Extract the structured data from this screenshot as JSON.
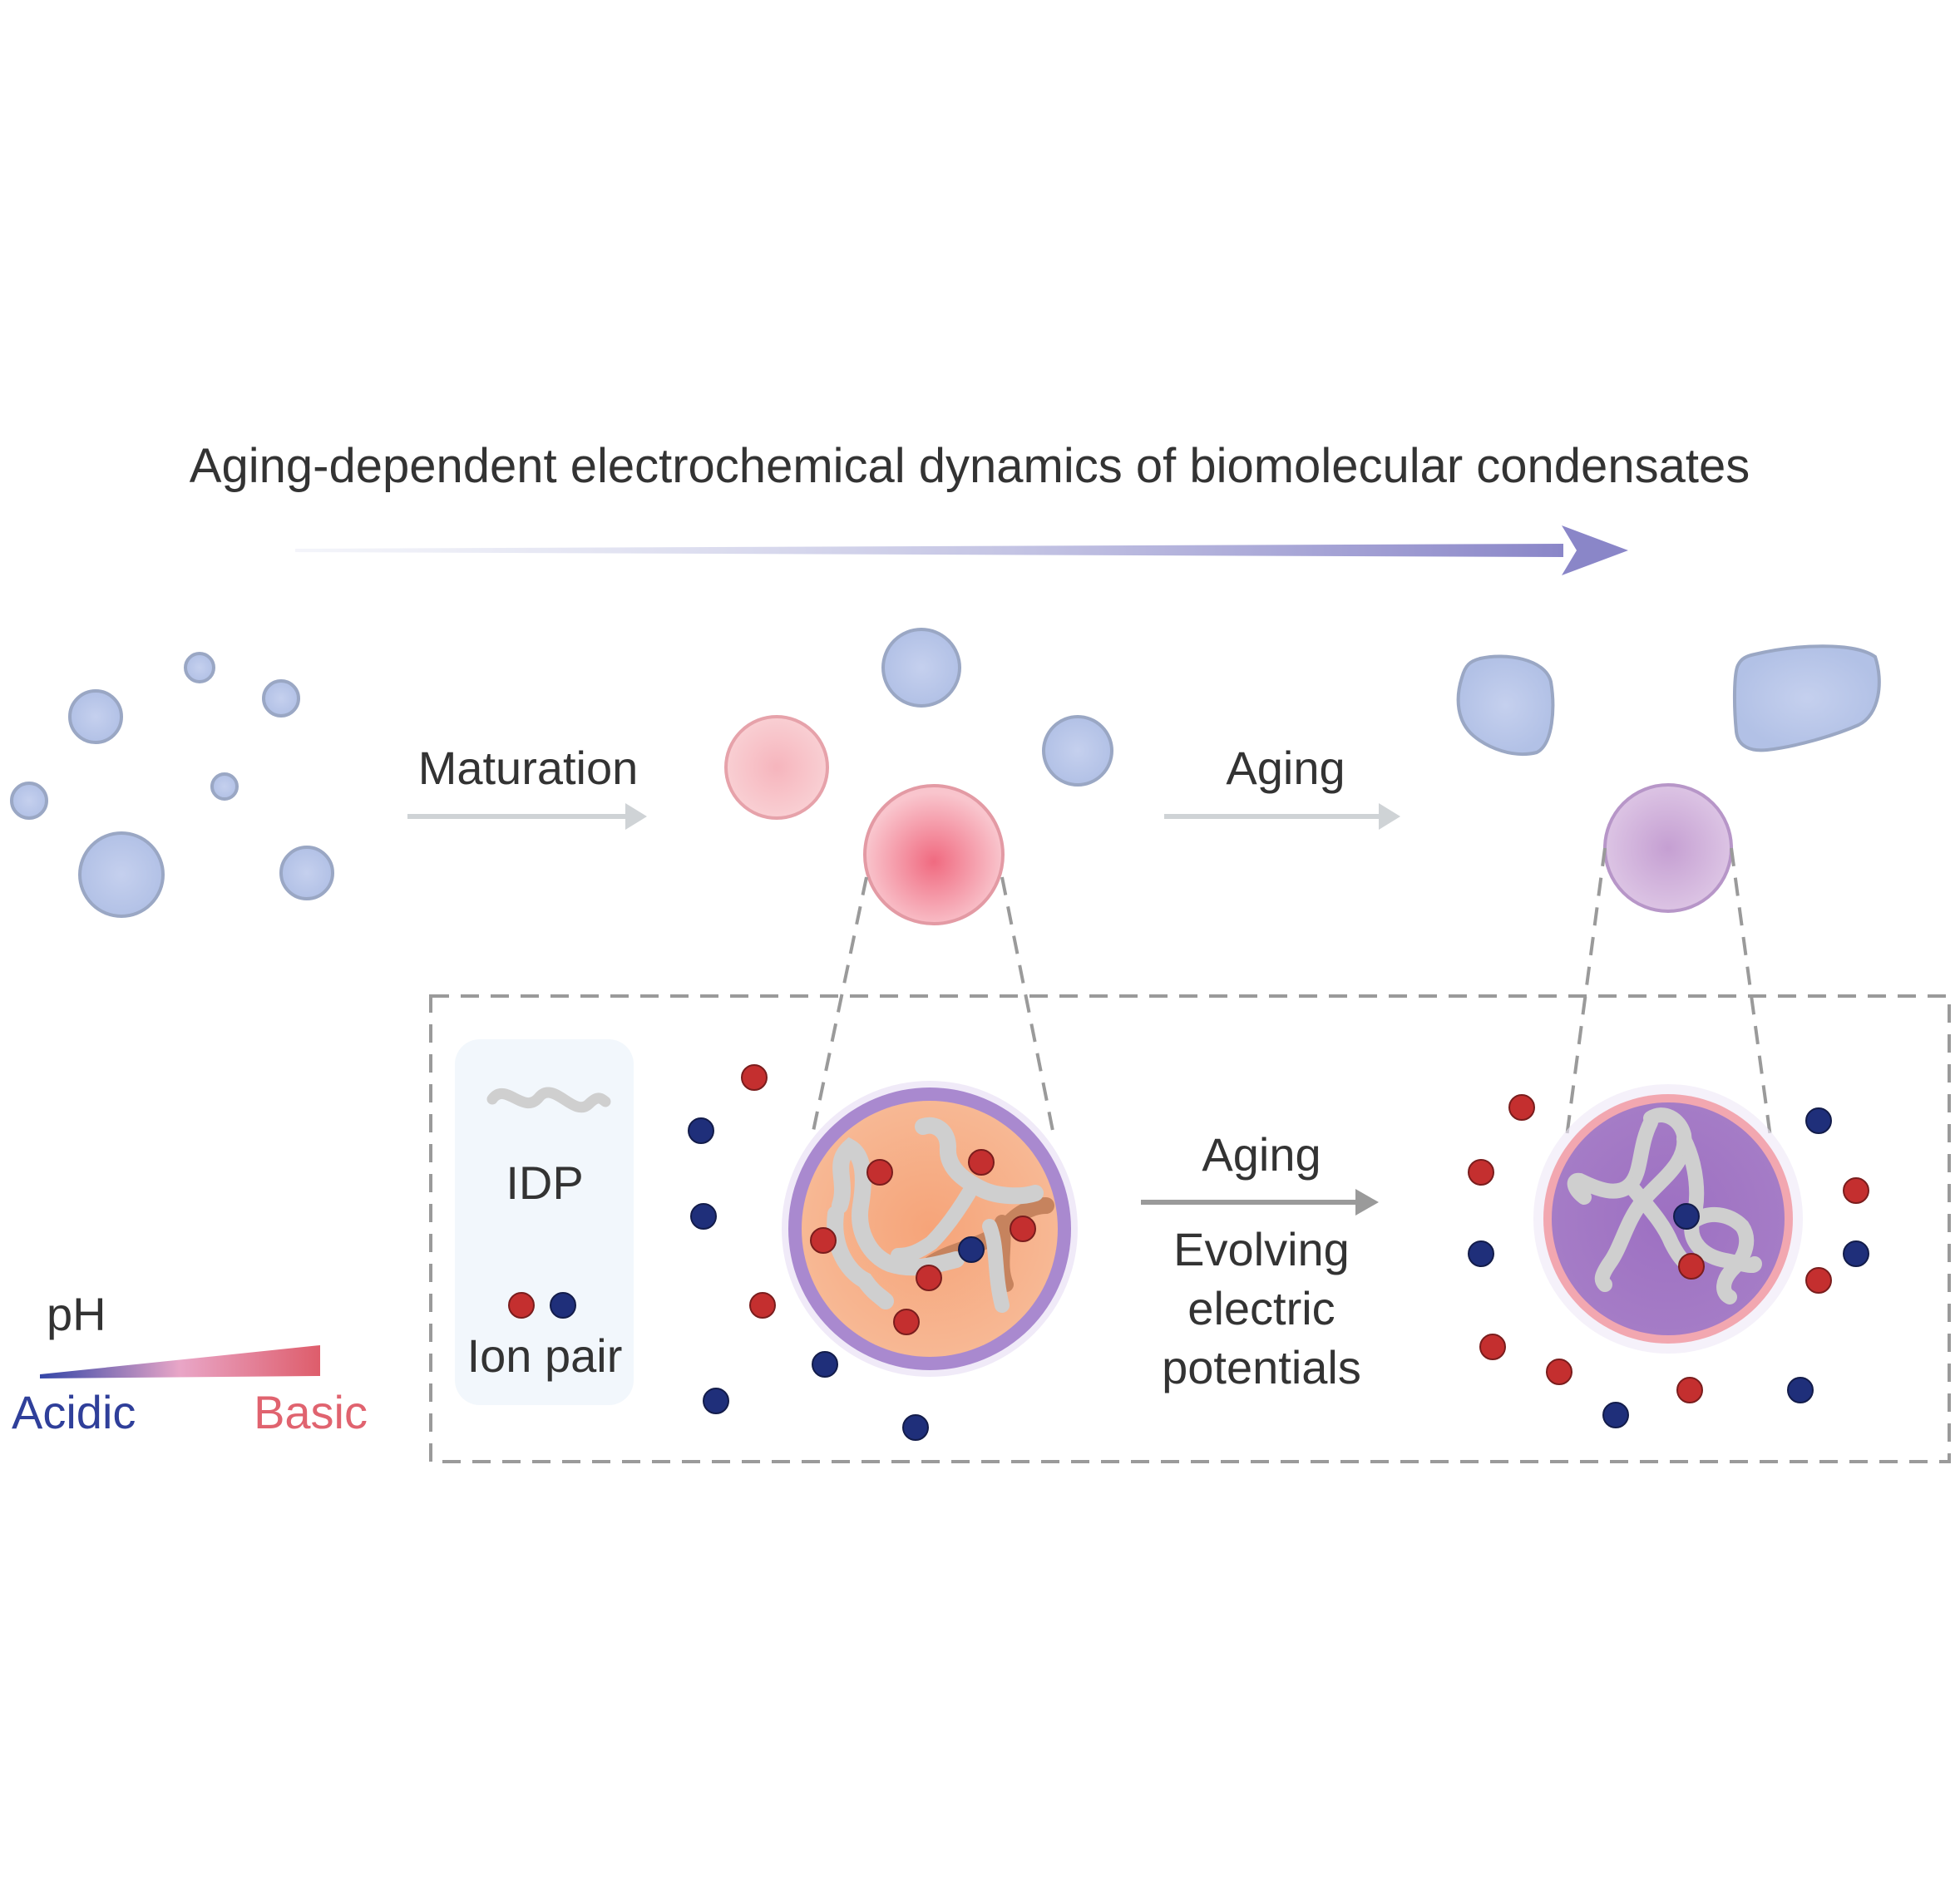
{
  "title": "Aging-dependent electrochemical dynamics of biomolecular condensates",
  "stages": {
    "maturation_label": "Maturation",
    "aging_label_top": "Aging",
    "aging_label_inset": "Aging",
    "evolving_line1": "Evolving",
    "evolving_line2": "electric",
    "evolving_line3": "potentials"
  },
  "legend": {
    "idp_label": "IDP",
    "ion_pair_label": "Ion pair",
    "ph_label": "pH",
    "acidic_label": "Acidic",
    "basic_label": "Basic"
  },
  "colors": {
    "text": "#333333",
    "timeline_arrow": "#8080c0",
    "stage_arrow": "#cfd3d6",
    "inset_arrow": "#9a9a9a",
    "condensate_blue": "#b9c8ea",
    "condensate_outline": "#9aa7c4",
    "condensate_red": "#f07a8c",
    "condensate_purple": "#c9a4d4",
    "anion": "#c42f2f",
    "cation": "#1f2f7a",
    "idp": "#cfcfcf",
    "acidic": "#2f3f9a",
    "basic": "#e0636f",
    "legend_box": "#f2f7fc",
    "dashed": "#9a9a9a"
  },
  "icons": {
    "idp": "squiggle-icon",
    "ion_pair": "ion-pair-icon"
  }
}
